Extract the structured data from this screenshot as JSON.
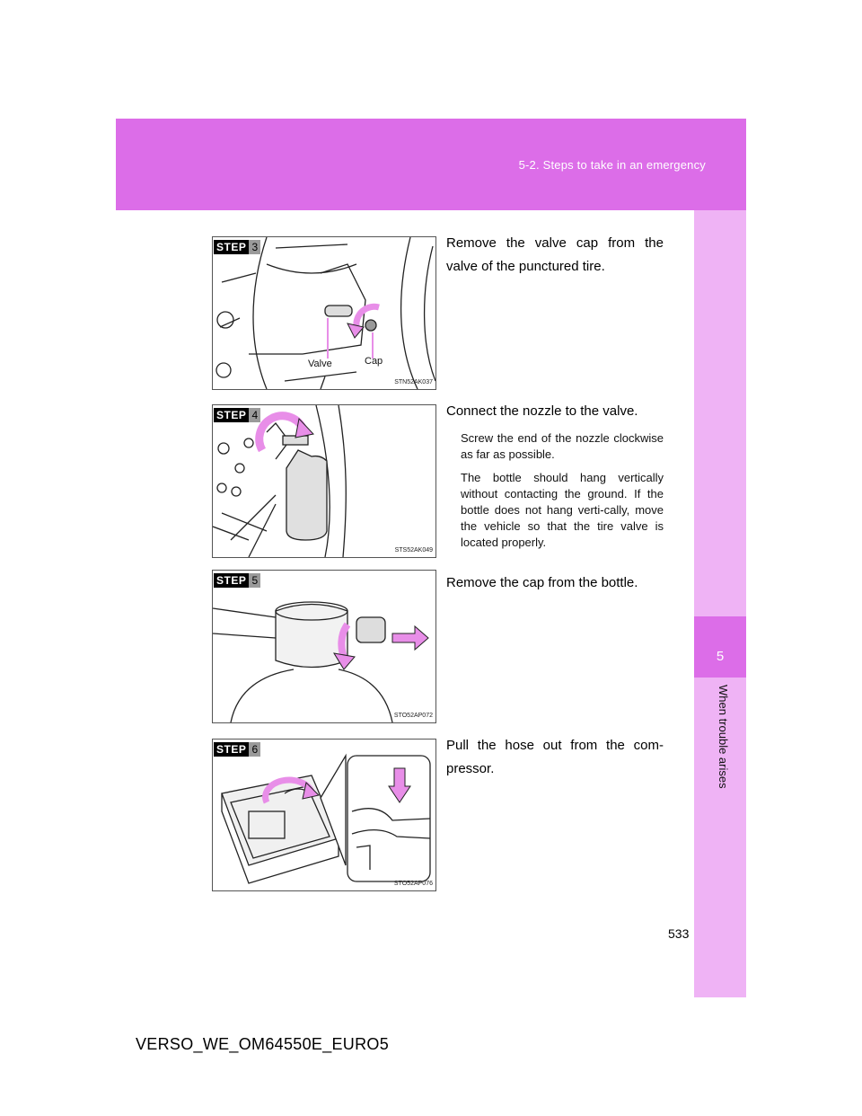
{
  "header": {
    "section_title": "5-2. Steps to take in an emergency"
  },
  "side_tab": {
    "chapter_number": "5",
    "chapter_name": "When trouble arises"
  },
  "steps": [
    {
      "step_label": "STEP",
      "number": "3",
      "figure_code": "STN52AK037",
      "labels": {
        "valve": "Valve",
        "cap": "Cap"
      },
      "instruction": "Remove the valve cap from the valve of the punctured tire."
    },
    {
      "step_label": "STEP",
      "number": "4",
      "figure_code": "STS52AK049",
      "instruction": "Connect the nozzle to the valve.",
      "notes": [
        "Screw the end of the nozzle clockwise as far as possible.",
        "The bottle should hang vertically without contacting the ground. If the bottle does not hang verti-cally, move the vehicle so that the tire valve is located properly."
      ]
    },
    {
      "step_label": "STEP",
      "number": "5",
      "figure_code": "STO52AP072",
      "instruction": "Remove the cap from the bottle."
    },
    {
      "step_label": "STEP",
      "number": "6",
      "figure_code": "STO52AP076",
      "instruction": "Pull the hose out from the com-pressor."
    }
  ],
  "footer": {
    "page_number": "533",
    "document_code": "VERSO_WE_OM64550E_EURO5"
  },
  "colors": {
    "header_band": "#dc6de8",
    "side_tab": "#efb3f5",
    "arrow_pink": "#e88ee8"
  }
}
